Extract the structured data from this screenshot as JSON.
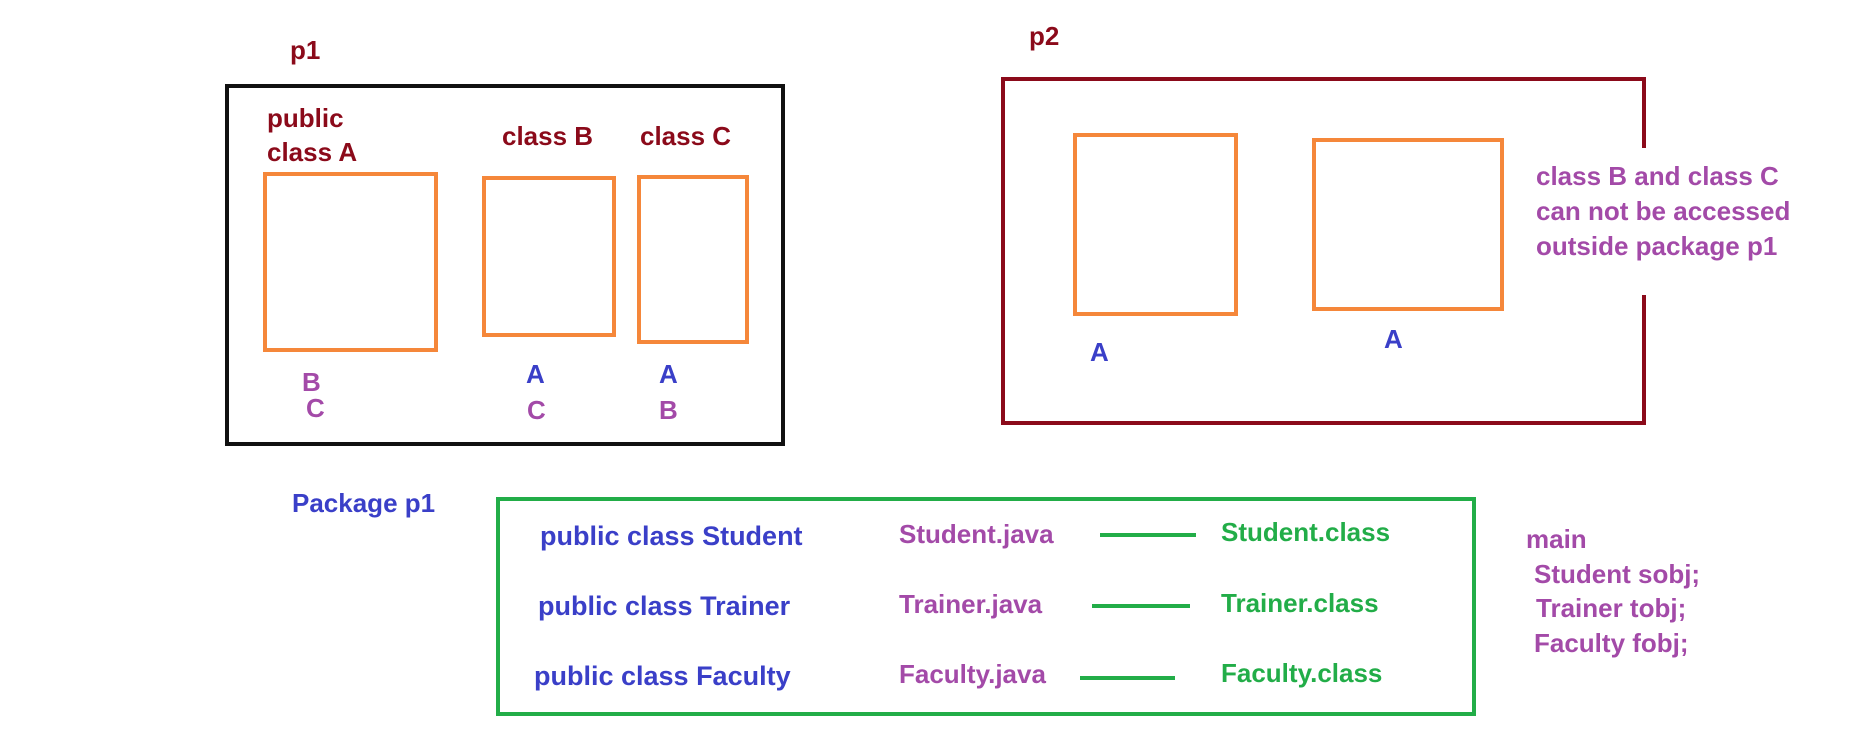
{
  "p1": {
    "label": "p1",
    "classes": [
      {
        "name_line1": "public",
        "name_line2": "class A",
        "access_line1": "B",
        "access_line2": "C"
      },
      {
        "name_line1": "class B",
        "access_line1": "A",
        "access_line2": "C"
      },
      {
        "name_line1": "class C",
        "access_line1": "A",
        "access_line2": "B"
      }
    ]
  },
  "p2": {
    "label": "p2",
    "boxes": [
      {
        "access": "A"
      },
      {
        "access": "A"
      }
    ],
    "note": [
      "class B and class C",
      "can not be accessed",
      "outside package p1"
    ]
  },
  "package_section": {
    "label": "Package p1",
    "rows": [
      {
        "declaration": "public class Student",
        "source": "Student.java",
        "compiled": "Student.class"
      },
      {
        "declaration": "public class Trainer",
        "source": "Trainer.java",
        "compiled": "Trainer.class"
      },
      {
        "declaration": "public class Faculty",
        "source": "Faculty.java",
        "compiled": "Faculty.class"
      }
    ]
  },
  "main_section": {
    "title": "main",
    "lines": [
      "Student sobj;",
      "Trainer tobj;",
      "Faculty fobj;"
    ]
  },
  "colors": {
    "package_p1_border": "#111111",
    "package_p2_border": "#8b0a1a",
    "class_box": "#f5873a",
    "file_box": "#22ad48",
    "maroon_text": "#8b0a1a",
    "purple_text": "#a34aa8",
    "blue_text": "#3a3fc8",
    "green_text": "#22ad48"
  }
}
